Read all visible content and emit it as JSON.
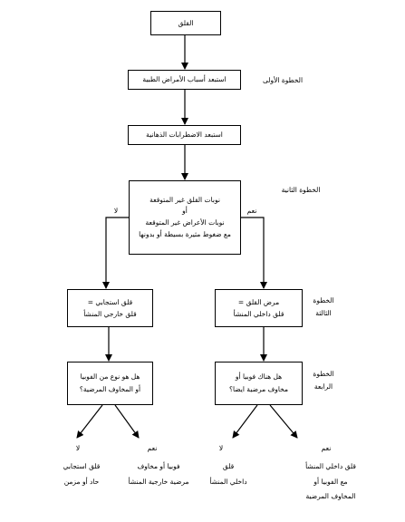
{
  "diagram": {
    "boxes": {
      "anxiety": "القلق",
      "exclude_medical": "استبعد أسباب الأمراض الطبية",
      "exclude_mental": "استبعد الاضطرابات الذهانية",
      "panic": [
        "نوبات القلق غير المتوقعة",
        "أو",
        "نوبات الأعراض غير المتوقعة",
        "مع ضغوط مثيرة بسيطة أو بدونها"
      ],
      "exogenous": [
        "قلق استجابي =",
        "قلق خارجي المنشأ"
      ],
      "endogenous": [
        "مرض القلق =",
        "قلق داخلي المنشأ"
      ],
      "phobia_q_left": [
        "هل هو نوع من الفوبيا",
        "أو المخاوف المرضية؟"
      ],
      "phobia_q_right": [
        "هل هناك فوبيا أو",
        "مخاوف مرضية ايضا؟"
      ]
    },
    "steps": {
      "step1": "الخطوة الأولى",
      "step2": "الخطوة الثانية",
      "step3": [
        "الخطوة",
        "الثالثة"
      ],
      "step4": [
        "الخطوة",
        "الرابعة"
      ]
    },
    "branch_labels": {
      "no_main": "لا",
      "yes_main": "نعم",
      "no_left": "لا",
      "yes_left": "نعم",
      "no_right": "لا",
      "yes_right": "نعم"
    },
    "outcomes": {
      "left_no": [
        "قلق استجابي",
        "حاد أو مزمن"
      ],
      "left_yes": [
        "فوبيا أو مخاوف",
        "مرضية خارجية المنشأ"
      ],
      "right_no": [
        "قلق",
        "داخلي المنشأ"
      ],
      "right_yes": [
        "قلق داخلي المنشأ",
        "مع الفوبيا أو",
        "المخاوف المرضية"
      ]
    }
  }
}
